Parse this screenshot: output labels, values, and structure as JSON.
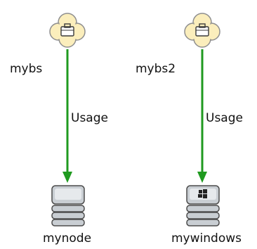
{
  "colors": {
    "edge": "#1f9a1f",
    "cloud_fill": "#fbeebc",
    "cloud_stroke": "#8f8f8f",
    "server_fill": "#c9ced3",
    "server_stroke": "#4d4d4d"
  },
  "nodes": [
    {
      "id": "mybs",
      "label": "mybs",
      "icon": "business-service-cloud-icon"
    },
    {
      "id": "mybs2",
      "label": "mybs2",
      "icon": "business-service-cloud-icon"
    },
    {
      "id": "mynode",
      "label": "mynode",
      "icon": "server-node-icon"
    },
    {
      "id": "mywindows",
      "label": "mywindows",
      "icon": "windows-server-icon"
    }
  ],
  "edges": [
    {
      "from": "mybs",
      "to": "mynode",
      "label": "Usage"
    },
    {
      "from": "mybs2",
      "to": "mywindows",
      "label": "Usage"
    }
  ]
}
